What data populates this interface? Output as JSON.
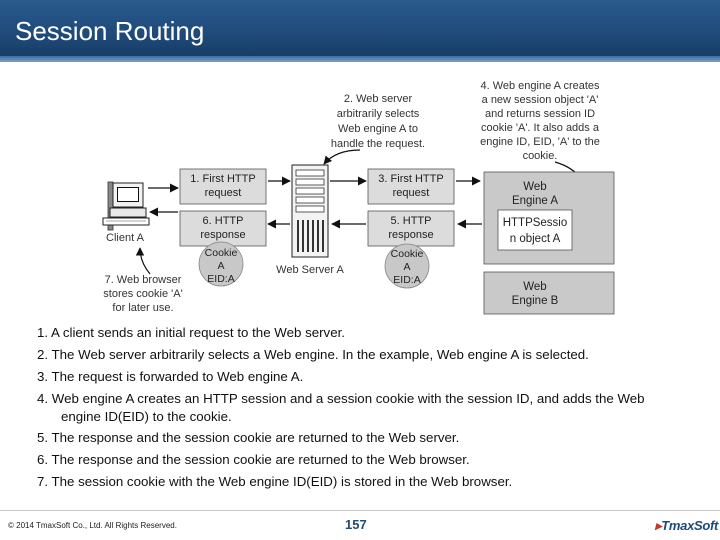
{
  "slide": {
    "title": "Session Routing",
    "page_number": "157",
    "copyright": "© 2014 TmaxSoft Co., Ltd. All Rights Reserved.",
    "logo_text": "TmaxSoft"
  },
  "diagram": {
    "client_label": "Client A",
    "web_server_label": "Web Server A",
    "engine_a_label": [
      "Web",
      "Engine A"
    ],
    "session_object_label": [
      "HTTPSessio",
      "n object A"
    ],
    "engine_b_label": [
      "Web",
      "Engine B"
    ],
    "box_1": [
      "1. First HTTP",
      "request"
    ],
    "box_6": [
      "6. HTTP",
      "response"
    ],
    "box_3": [
      "3. First HTTP",
      "request"
    ],
    "box_5": [
      "5. HTTP",
      "response"
    ],
    "cookie_left": [
      "Cookie",
      "A",
      "EID:A"
    ],
    "cookie_right": [
      "Cookie",
      "A",
      "EID:A"
    ],
    "note_2": [
      "2. Web server",
      "arbitrarily selects",
      "Web engine A to",
      "handle the request."
    ],
    "note_4": [
      "4. Web engine A creates",
      "a new session object 'A'",
      "and returns session ID",
      "cookie 'A'. It also adds a",
      "engine ID, EID, 'A' to the",
      "cookie."
    ],
    "note_7": [
      "7. Web browser",
      "stores cookie 'A'",
      "for later use."
    ]
  },
  "steps": [
    "1. A client sends an initial request to the Web server.",
    "2. The Web server arbitrarily selects a Web engine.  In the example,  Web engine A is selected.",
    "3. The request is forwarded to Web engine A.",
    "4. Web engine A creates an HTTP session and a session cookie with the session ID, and adds the Web",
    "engine ID(EID) to the cookie.",
    "5. The response and the session cookie are returned to the Web server.",
    "6. The response and the session cookie are returned to the Web browser.",
    "7. The session cookie with the Web engine ID(EID) is stored in the Web browser."
  ],
  "colors": {
    "title_bar": "#1f4a7a",
    "box_fill": "#dcdcdc",
    "cookie_fill": "#c8c8c8"
  }
}
